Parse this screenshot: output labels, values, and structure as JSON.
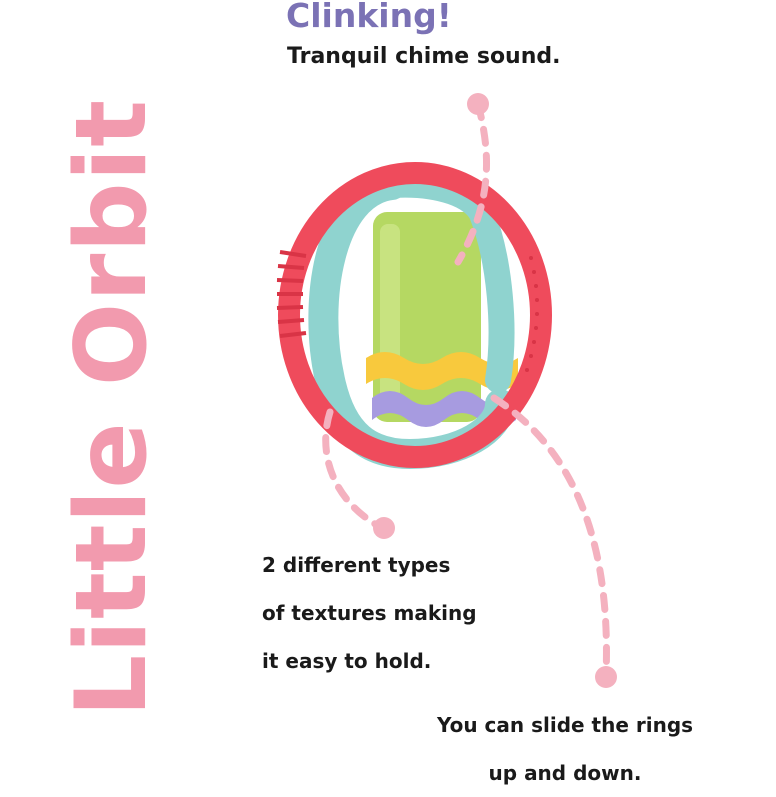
{
  "product_name": "Little Orbit",
  "headline": "Clinking!",
  "subheadline": "Tranquil chime sound.",
  "texture_note": {
    "line1": "2 different types",
    "line2": "of textures making",
    "line3": "it easy to hold."
  },
  "slide_note": {
    "line1": "You can slide the rings",
    "line2": "up and down."
  },
  "colors": {
    "title_pink": "#f29aae",
    "headline_purple": "#7b72b5",
    "callout_pink": "#f4b1bf",
    "outer_ring_red": "#ef4b5c",
    "inner_ring_teal": "#8fd3cf",
    "cylinder_green": "#b5d862",
    "wave_yellow": "#f8c93d",
    "wave_purple": "#a79be0"
  }
}
